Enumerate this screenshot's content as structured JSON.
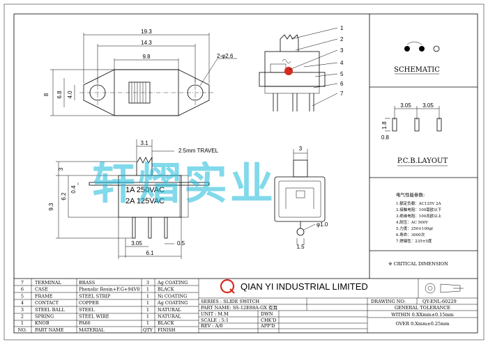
{
  "watermark": "轩熠实业",
  "company": "QIAN YI INDUSTRIAL LIMITED",
  "brand_color": "#d62b1f",
  "watermark_color": "#19b9d8",
  "top_view": {
    "dim_overall": "19.3",
    "dim_holes": "14.3",
    "dim_body": "9.8",
    "dim_height": "8",
    "dim_inner": "6.8",
    "dim_slot": "4.0",
    "hole_dia": "2-φ2.6"
  },
  "front_view": {
    "dim_knob": "3.1",
    "travel": "2.5mm TRAVEL",
    "dim_knob_h": "3",
    "dim_04": "0.4",
    "dim_62": "6.2",
    "dim_93": "9.3",
    "dim_305": "3.05",
    "dim_05": "0.5",
    "dim_61": "6.1",
    "rating1": "1A 250VAC",
    "rating2": "2A 125VAC"
  },
  "side_view": {
    "dim_top": "3",
    "dim_pin": "φ1.0",
    "dim_15": "1.5"
  },
  "callouts": [
    "1",
    "2",
    "3",
    "4",
    "5",
    "6",
    "7"
  ],
  "schematic_title": "SCHEMATIC",
  "pcb": {
    "title": "P.C.B.LAYOUT",
    "pitch1": "3.05",
    "pitch2": "3.05",
    "pad_h": "1.8",
    "pad_w": "0.8"
  },
  "specs": {
    "title": "电气性能参数:",
    "lines": [
      "1.额定负载：AC125V 2A",
      "2.接触电阻：100毫欧以下",
      "3.绝缘电阻：100兆欧以上",
      "4.耐压：AC 500V",
      "5.力度：250±100gf",
      "6.寿命：3000次",
      "7.焊锡性：235±5度"
    ]
  },
  "critical": "※ CRITICAL DIMENSION",
  "bom": [
    {
      "no": "7",
      "part": "TERMINAL",
      "mat": "BRASS",
      "qty": "3",
      "finish": "Ag COATING"
    },
    {
      "no": "6",
      "part": "CASE",
      "mat": "Phenolic Resin+F.G+94V0",
      "qty": "1",
      "finish": "BLACK"
    },
    {
      "no": "5",
      "part": "FRAME",
      "mat": "STEEL STRIP",
      "qty": "1",
      "finish": "Ni COATING"
    },
    {
      "no": "4",
      "part": "CONTACT",
      "mat": "COPPER",
      "qty": "1",
      "finish": "Ag COATING"
    },
    {
      "no": "3",
      "part": "STEEL BALL",
      "mat": "STEEL",
      "qty": "1",
      "finish": "NATURAL"
    },
    {
      "no": "2",
      "part": "SPRING",
      "mat": "STEEL WIRE",
      "qty": "1",
      "finish": "NATURAL"
    },
    {
      "no": "1",
      "part": "KNOB",
      "mat": "PA66",
      "qty": "1",
      "finish": "BLACK"
    }
  ],
  "bom_header": {
    "no": "NO.",
    "part": "PART NAME",
    "mat": "MATERIAL",
    "qty": "QTY",
    "finish": "FINISH"
  },
  "title_block": {
    "series": "SERIES : SLIDE SWITCH",
    "part_name": "PART NAME: SS-12E88A-GX 有耳",
    "unit": "UNIT : M.M",
    "scale": "SCALE : 5:1",
    "rev": "REV  : A/0",
    "dwn": "DWN",
    "chkd": "CHK'D",
    "app": "APP'D",
    "drawing_no_label": "DRAWING NO:",
    "drawing_no": "QY-ENL-60229",
    "tolerance_title": "GENERAL TOLERANCE",
    "tol1": "WITHIN 0.XXmm±0.15mm",
    "tol2": "OVER   0.Xmm±0.25mm"
  }
}
